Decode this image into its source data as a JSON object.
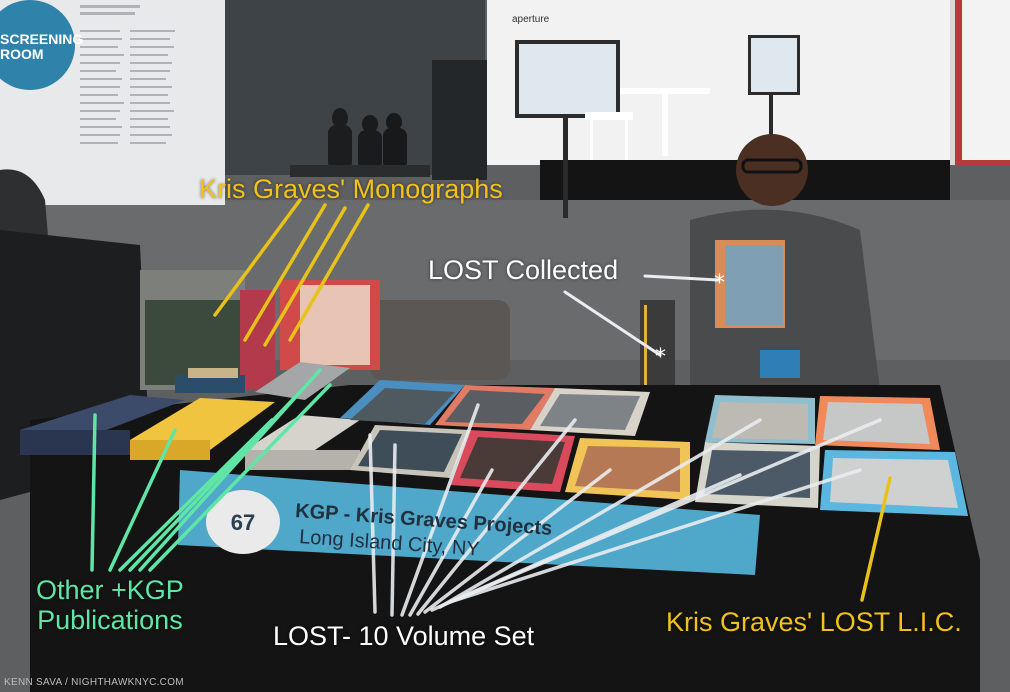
{
  "photo": {
    "description_scene": "Book fair table with photobooks and a seated publisher",
    "colors": {
      "label_yellow": "#f2c21b",
      "label_white": "#ffffff",
      "label_green": "#5fe6a6",
      "line_yellow": "#e8c21a",
      "line_white": "#e9ecf0",
      "line_green": "#5fe6a6",
      "booth_sign": "#4fa8c9",
      "tablecloth": "#141414"
    }
  },
  "signage": {
    "screening_room": "SCREENING ROOM",
    "aperture": "aperture",
    "booth_number": "67",
    "booth_title": "KGP - Kris Graves Projects",
    "booth_location": "Long Island City, NY"
  },
  "annotations": {
    "monographs": "Kris Graves' Monographs",
    "lost_collected": "LOST Collected",
    "other_line1": "Other +KGP",
    "other_line2": "Publications",
    "ten_volume": "LOST- 10 Volume Set",
    "lost_lic": "Kris Graves' LOST L.I.C."
  },
  "credit": "KENN SAVA / NIGHTHAWKNYC.COM"
}
